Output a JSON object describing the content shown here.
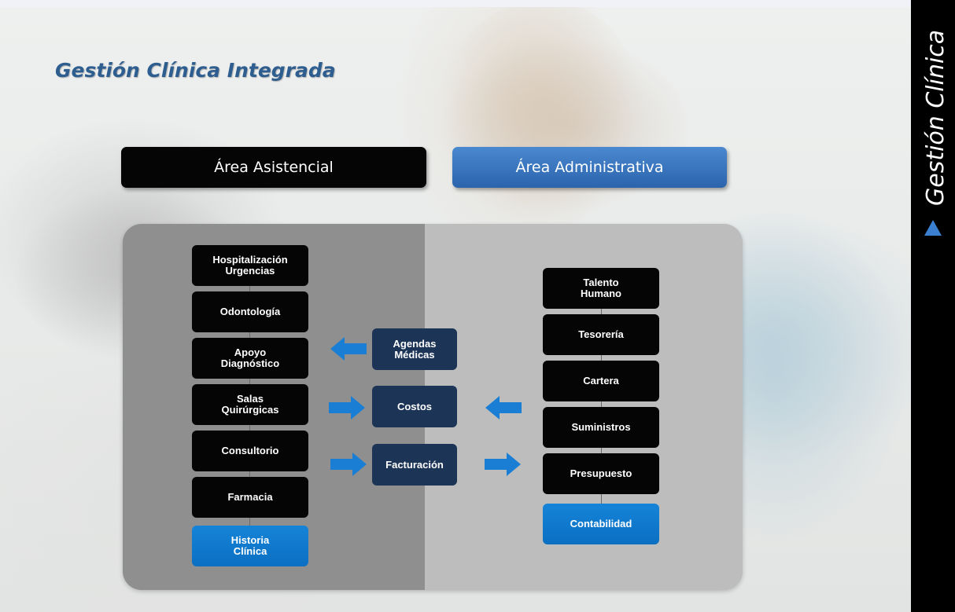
{
  "slide": {
    "title": "Gestión Clínica Integrada"
  },
  "headers": {
    "asistencial": "Área Asistencial",
    "administrativa": "Área Administrativa"
  },
  "left_column": [
    {
      "label": "Hospitalización\nUrgencias",
      "style": "black"
    },
    {
      "label": "Odontología",
      "style": "black"
    },
    {
      "label": "Apoyo\nDiagnóstico",
      "style": "black"
    },
    {
      "label": "Salas\nQuirúrgicas",
      "style": "black"
    },
    {
      "label": "Consultorio",
      "style": "black"
    },
    {
      "label": "Farmacia",
      "style": "black"
    },
    {
      "label": "Historia\nClínica",
      "style": "blue"
    }
  ],
  "center_column": [
    {
      "label": "Agendas\nMédicas"
    },
    {
      "label": "Costos"
    },
    {
      "label": "Facturación"
    }
  ],
  "right_column": [
    {
      "label": "Talento\nHumano",
      "style": "black"
    },
    {
      "label": "Tesorería",
      "style": "black"
    },
    {
      "label": "Cartera",
      "style": "black"
    },
    {
      "label": "Suministros",
      "style": "black"
    },
    {
      "label": "Presupuesto",
      "style": "black"
    },
    {
      "label": "Contabilidad",
      "style": "blue"
    }
  ],
  "arrows": [
    {
      "from": "Agendas Médicas",
      "direction": "left"
    },
    {
      "to": "Costos",
      "direction": "right"
    },
    {
      "to": "Costos",
      "direction": "left"
    },
    {
      "to": "Facturación",
      "direction": "right"
    },
    {
      "from": "Facturación",
      "direction": "right"
    }
  ],
  "sidebar": {
    "title": "Gestión Clínica",
    "marker_icon": "triangle-up-icon"
  },
  "colors": {
    "title_blue": "#2e5d8f",
    "box_black": "#050505",
    "box_blue": "#0b6fc2",
    "box_navy": "#1c3557",
    "arrow_blue": "#1a7fd4",
    "header_blue": "#2b64ad",
    "marker_blue": "#3b7fd0"
  }
}
